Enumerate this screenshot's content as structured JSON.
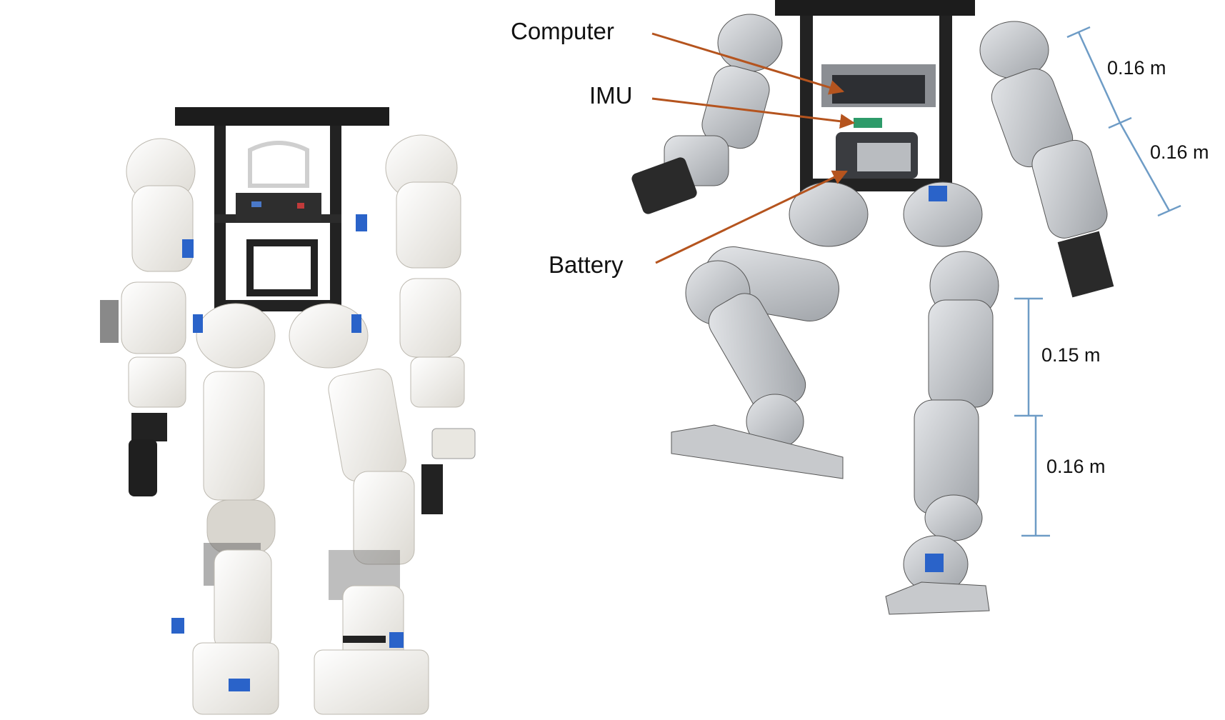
{
  "callouts": {
    "computer": "Computer",
    "imu": "IMU",
    "battery": "Battery"
  },
  "dimensions": {
    "upper_arm": "0.16 m",
    "forearm": "0.16 m",
    "thigh": "0.15 m",
    "shank": "0.16 m"
  },
  "colors": {
    "callout_arrow": "#b5541e",
    "dimension_line": "#6e9cc6",
    "frame": "#1c1c1c",
    "shell_photo": "#f3f1ec",
    "shell_render": "#c9cbcf",
    "accent_blue": "#2a63c9"
  }
}
